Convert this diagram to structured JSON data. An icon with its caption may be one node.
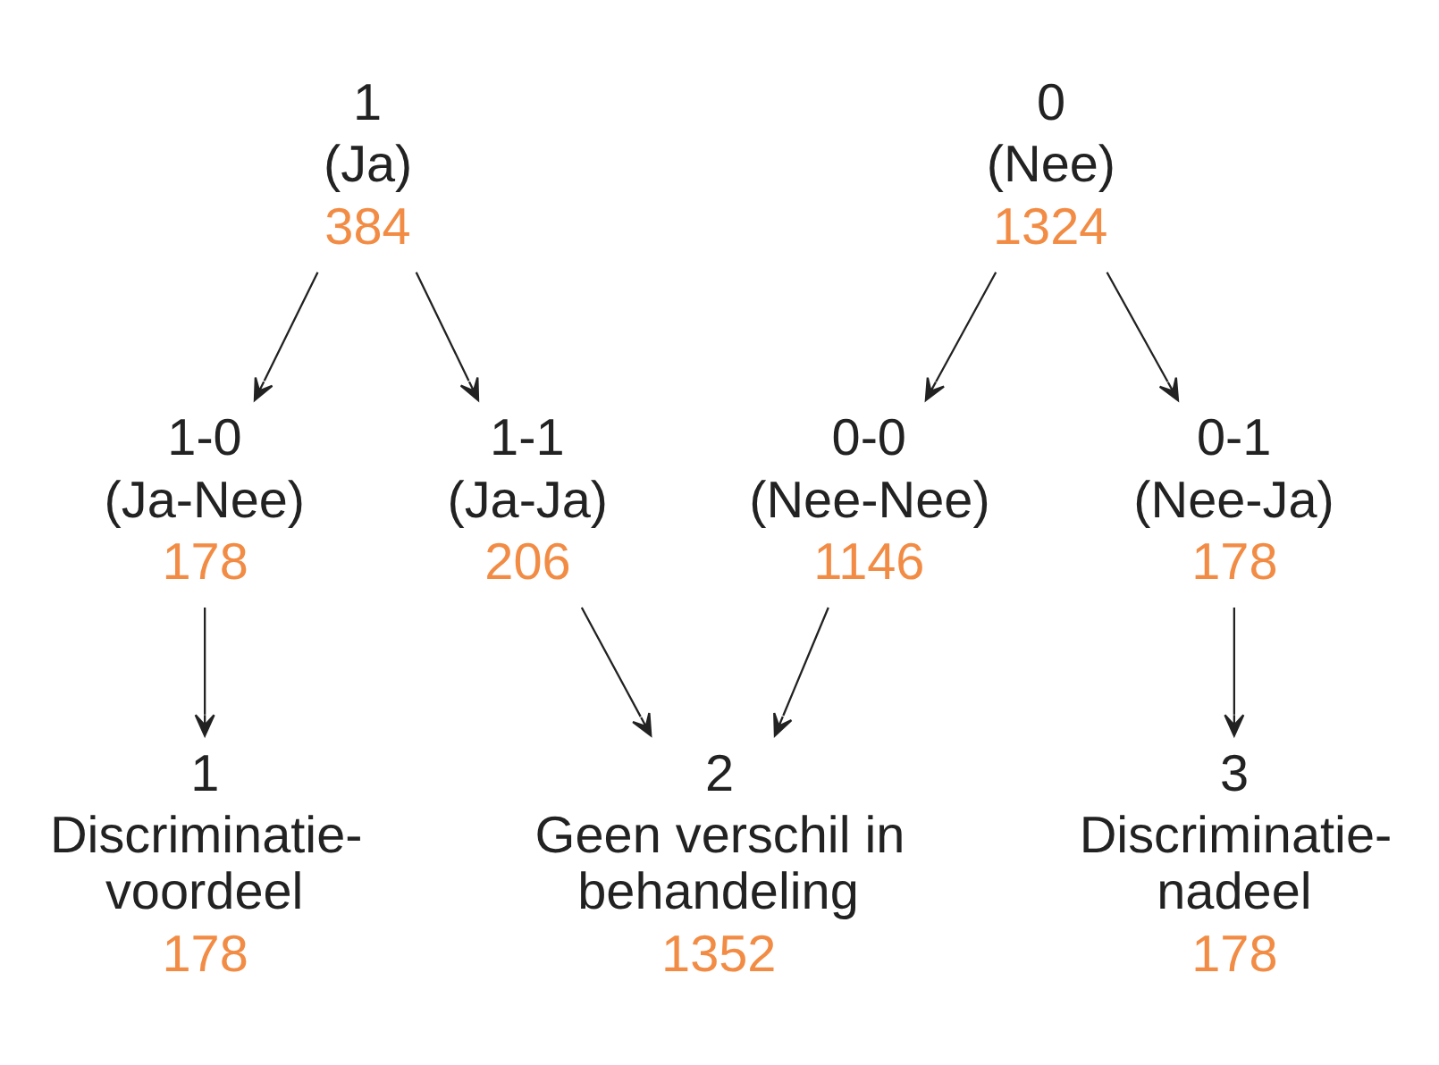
{
  "diagram": {
    "nodes": [
      {
        "text": [
          "1",
          "(Ja)",
          "384"
        ]
      },
      {
        "text": [
          "0",
          "(Nee)",
          "1324"
        ]
      },
      {
        "text": [
          "1-0",
          "(Ja-Nee)",
          "178"
        ]
      },
      {
        "text": [
          "1-1",
          "(Ja-Ja)",
          "206"
        ]
      },
      {
        "text": [
          "0-0",
          "(Nee-Nee)",
          "1146"
        ]
      },
      {
        "text": [
          "0-1",
          "(Nee-Ja)",
          "178"
        ]
      },
      {
        "text": [
          "1",
          "Discriminatie- voordeel",
          "178"
        ]
      },
      {
        "text": [
          "2",
          "Geen verschil in behandeling",
          "1352"
        ]
      },
      {
        "text": [
          "3",
          "Discriminatie- nadeel",
          "178"
        ]
      }
    ],
    "edges": [
      {
        "from": 0,
        "to": 2,
        "arrow": "to"
      },
      {
        "from": 0,
        "to": 3,
        "arrow": "to"
      },
      {
        "from": 1,
        "to": 4,
        "arrow": "to"
      },
      {
        "from": 1,
        "to": 5,
        "arrow": "to"
      },
      {
        "from": 2,
        "to": 6,
        "arrow": "to"
      },
      {
        "from": 3,
        "to": 7,
        "arrow": "to"
      },
      {
        "from": 4,
        "to": 7,
        "arrow": "to"
      },
      {
        "from": 5,
        "to": 8,
        "arrow": "to"
      }
    ]
  }
}
